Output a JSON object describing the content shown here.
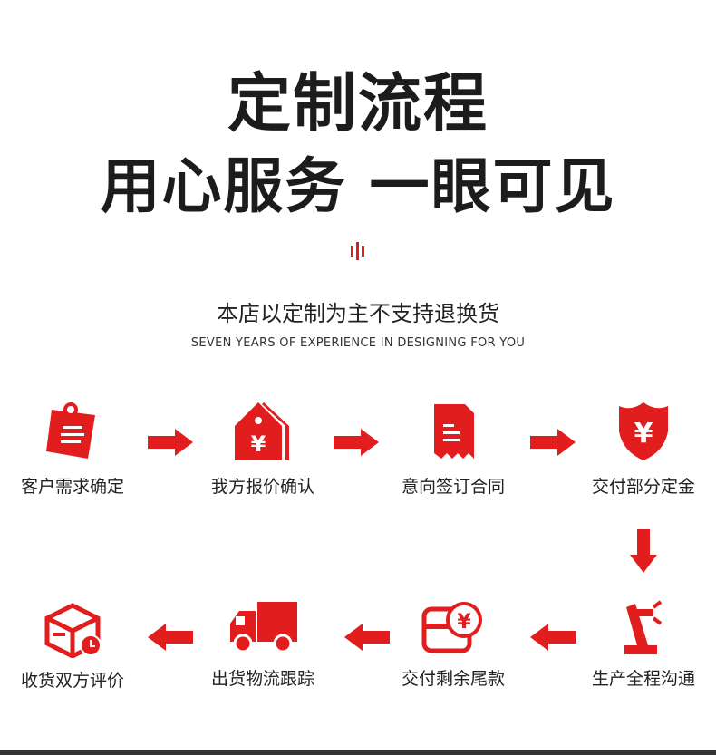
{
  "title_line1": "定制流程",
  "title_line2": "用心服务 一眼可见",
  "subtitle": "本店以定制为主不支持退换货",
  "subtitle_en": "SEVEN YEARS OF EXPERIENCE IN DESIGNING FOR YOU",
  "accent_color": "#e21d1d",
  "steps": [
    {
      "label": "客户需求确定",
      "icon": "clipboard-icon"
    },
    {
      "label": "我方报价确认",
      "icon": "price-tag-icon"
    },
    {
      "label": "意向签订合同",
      "icon": "contract-icon"
    },
    {
      "label": "交付部分定金",
      "icon": "shield-yen-icon"
    },
    {
      "label": "生产全程沟通",
      "icon": "robot-arm-icon"
    },
    {
      "label": "交付剩余尾款",
      "icon": "card-yen-icon"
    },
    {
      "label": "出货物流跟踪",
      "icon": "truck-icon"
    },
    {
      "label": "收货双方评价",
      "icon": "box-clock-icon"
    }
  ]
}
